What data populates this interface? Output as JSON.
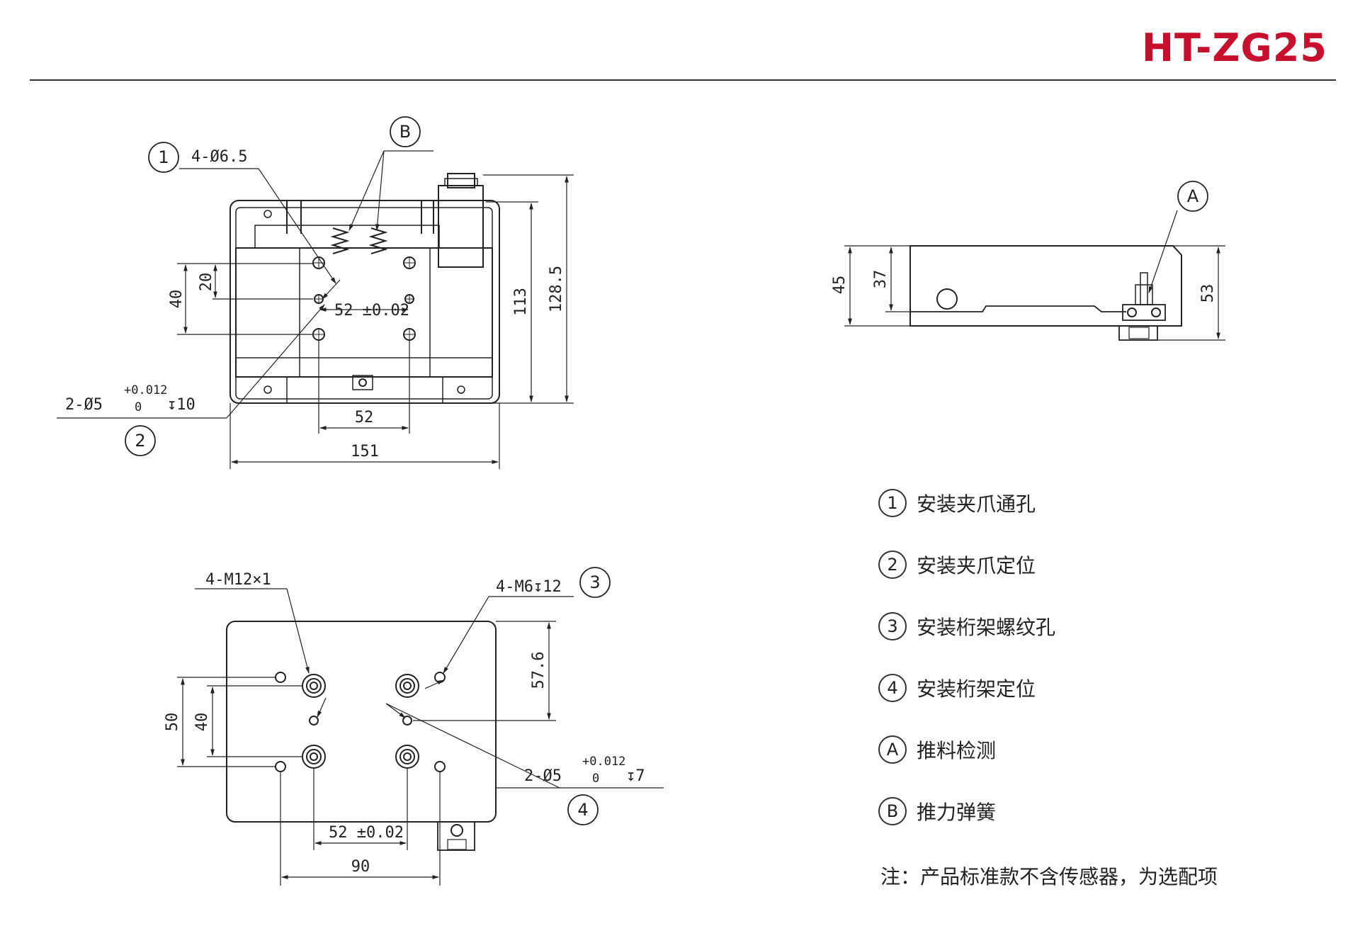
{
  "header": {
    "model": "HT-ZG25",
    "accent_color": "#c8102e"
  },
  "top_view": {
    "callout_1": {
      "num": "1",
      "text": "4-Ø6.5"
    },
    "callout_2": {
      "num": "2",
      "text_a": "2-Ø5",
      "tol_upper": "+0.012",
      "tol_lower": "0",
      "depth": "↧10"
    },
    "callout_B": {
      "num": "B"
    },
    "dims": {
      "d20": "20",
      "d40": "40",
      "d52tol": "52 ±0.02",
      "d52": "52",
      "d151": "151",
      "d113": "113",
      "d128": "128.5"
    }
  },
  "side_view": {
    "callout_A": {
      "num": "A"
    },
    "dims": {
      "d45": "45",
      "d37": "37",
      "d53": "53"
    }
  },
  "bottom_view": {
    "callout_m12": {
      "text": "4-M12×1"
    },
    "callout_3": {
      "num": "3",
      "text": "4-M6↧12"
    },
    "callout_4": {
      "num": "4",
      "text_a": "2-Ø5",
      "tol_upper": "+0.012",
      "tol_lower": "0",
      "depth": "↧7"
    },
    "dims": {
      "d50": "50",
      "d40": "40",
      "d57": "57.6",
      "d52tol": "52 ±0.02",
      "d90": "90"
    }
  },
  "legend": [
    {
      "num": "1",
      "label": "安装夹爪通孔"
    },
    {
      "num": "2",
      "label": "安装夹爪定位"
    },
    {
      "num": "3",
      "label": "安装桁架螺纹孔"
    },
    {
      "num": "4",
      "label": "安装桁架定位"
    },
    {
      "num": "A",
      "label": "推料检测"
    },
    {
      "num": "B",
      "label": "推力弹簧"
    }
  ],
  "note": "注：产品标准款不含传感器，为选配项"
}
